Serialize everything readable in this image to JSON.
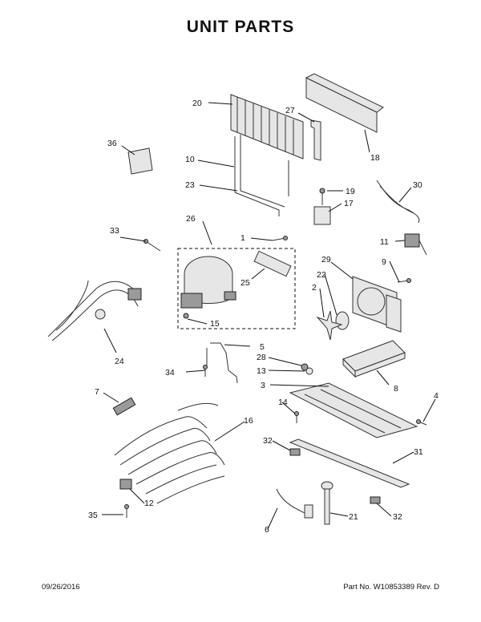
{
  "title": "UNIT PARTS",
  "footer": {
    "date": "09/26/2016",
    "part_number": "Part No. W10853389  Rev. D"
  },
  "callouts": {
    "c1": "1",
    "c2": "2",
    "c3": "3",
    "c4": "4",
    "c5": "5",
    "c6": "6",
    "c7": "7",
    "c8": "8",
    "c9": "9",
    "c10": "10",
    "c11": "11",
    "c12": "12",
    "c13": "13",
    "c14": "14",
    "c15": "15",
    "c16": "16",
    "c17": "17",
    "c18": "18",
    "c19": "19",
    "c20": "20",
    "c21": "21",
    "c22": "22",
    "c23": "23",
    "c24": "24",
    "c25": "25",
    "c26": "26",
    "c27": "27",
    "c28": "28",
    "c29": "29",
    "c30": "30",
    "c31": "31",
    "c32a": "32",
    "c32b": "32",
    "c33": "33",
    "c34": "34",
    "c35": "35",
    "c36": "36"
  }
}
